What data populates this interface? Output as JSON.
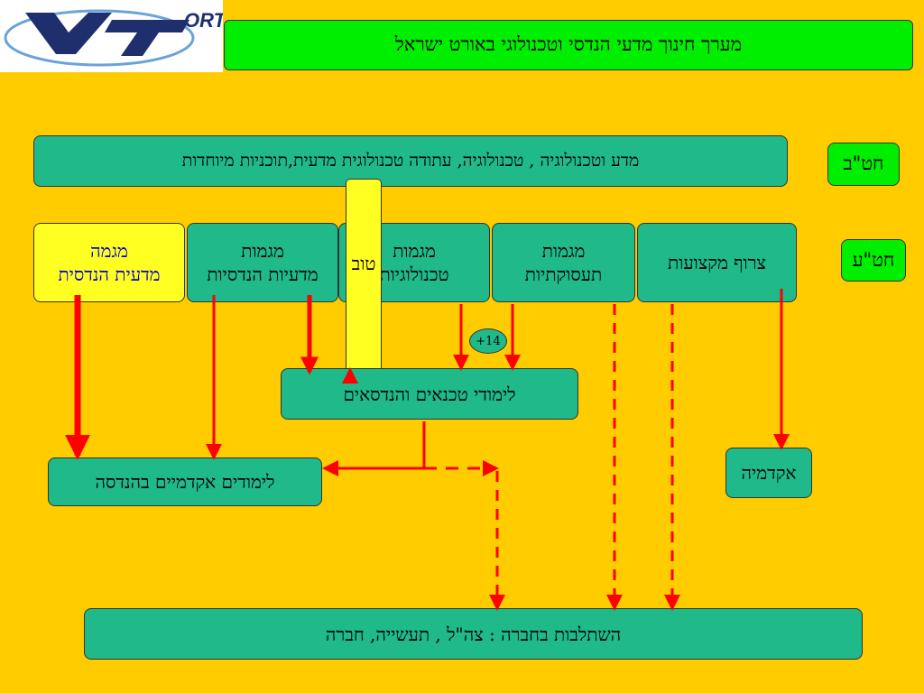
{
  "logo": {
    "text": "ORT"
  },
  "title": "מערך חינוך מדעי הנדסי וטכנולוגי באורט ישראל",
  "levels": {
    "high": "חט\"ע",
    "middle": "חט\"ב"
  },
  "middle_school_programs": "מדע וטכנולוגיה , טכנולוגיה, עתודה טכנולוגית מדעית,תוכניות מיוחדות",
  "majors": {
    "engineering_science": [
      "מגמה",
      "מדעית הנדסית"
    ],
    "engineering": [
      "מגמות",
      "מדעיות הנדסיות"
    ],
    "technology": [
      "מגמות",
      "טכנולוגיות"
    ],
    "vocational": [
      "מגמות",
      "תעסוקתיות"
    ],
    "combination": "צרוף מקצועות"
  },
  "tov_label": "טוב",
  "badge": "+14",
  "technician_studies": "לימודי טכנאים והנדסאים",
  "academic_engineering": "לימודים אקדמיים בהנדסה",
  "academia": "אקדמיה",
  "integration": "השתלבות בחברה : צה\"ל , תעשייה, חברה",
  "colors": {
    "background": "#ffcc00",
    "box": "#1fb98a",
    "green": "#00ee00",
    "yellow": "#ffff22",
    "arrow": "#ff0000",
    "blue_text": "#0000cc"
  }
}
